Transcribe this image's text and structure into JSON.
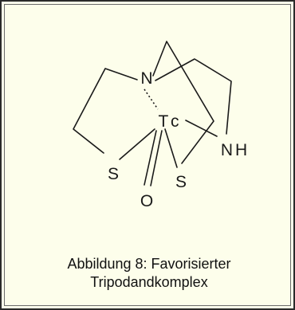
{
  "diagram": {
    "atoms": {
      "nitrogen_top": "N",
      "technetium": "Tc",
      "amine": "NH",
      "sulfur_left": "S",
      "sulfur_right": "S",
      "oxygen": "O"
    },
    "caption": {
      "line1": "Abbildung 8: Favorisierter",
      "line2": "Tripodandkomplex"
    }
  }
}
